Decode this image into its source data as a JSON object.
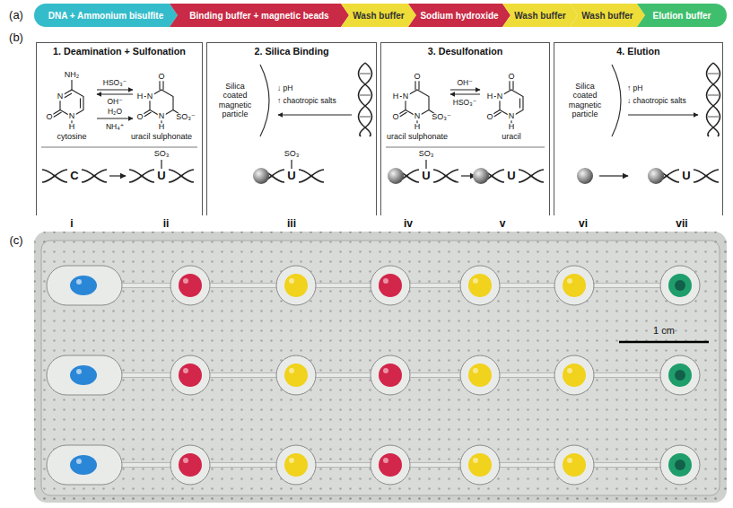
{
  "diagram": {
    "nodes": [
      {
        "text": [
          "DNA + Ammonium bisulfite"
        ]
      },
      {
        "text": [
          "Binding buffer + magnetic beads"
        ]
      },
      {
        "text": [
          "Wash buffer"
        ]
      },
      {
        "text": [
          "Sodium hydroxide"
        ]
      },
      {
        "text": [
          "Wash buffer"
        ]
      },
      {
        "text": [
          "Wash buffer"
        ]
      },
      {
        "text": [
          "Elution buffer"
        ]
      },
      {
        "text": [
          "1. Deamination + Sulfonation"
        ]
      },
      {
        "text": [
          "2. Silica Binding"
        ]
      },
      {
        "text": [
          "3. Desulfonation"
        ]
      },
      {
        "text": [
          "4. Elution"
        ]
      }
    ],
    "labels": [
      "(a)",
      "(b)",
      "(c)",
      "NH₂",
      "N",
      "O",
      "N",
      "H",
      "HSO₃⁻",
      "OH⁻",
      "H₂O",
      "NH₄⁺",
      "O",
      "H",
      "N",
      "O",
      "N",
      "H",
      "SO₃⁻",
      "cytosine",
      "uracil sulphonate",
      "C",
      "SO₃",
      "U",
      "Silica coated magnetic particle",
      "↓ pH",
      "↑ chaotropic salts",
      "SO₃",
      "U",
      "O",
      "H",
      "N",
      "O",
      "N",
      "H",
      "SO₃⁻",
      "OH⁻",
      "HSO₃⁻",
      "O",
      "H",
      "N",
      "O",
      "N",
      "H",
      "uracil sulphonate",
      "uracil",
      "SO₃",
      "U",
      "U",
      "Silica coated magnetic particle",
      "↑ pH",
      "↓ chaotropic salts",
      "U",
      "i",
      "ii",
      "iii",
      "iv",
      "v",
      "vi",
      "vii",
      "1 cm"
    ]
  }
}
